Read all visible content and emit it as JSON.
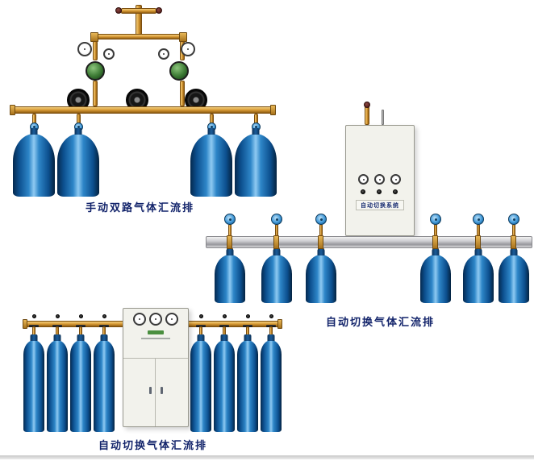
{
  "page": {
    "background": "#ffffff"
  },
  "figures": {
    "manual_dual": {
      "caption": "手动双路气体汇流排",
      "cylinders": 4,
      "handwheel_valves": 3,
      "regulators": 2
    },
    "auto_cabinet": {
      "caption": "自动切换气体汇流排",
      "cabinet_label": "自动切换系统",
      "cylinders": 6,
      "gauges": 3
    },
    "auto_floor": {
      "caption": "自动切换气体汇流排",
      "cylinders": 8,
      "gauges": 3
    }
  },
  "colors": {
    "caption_text": "#13246b",
    "brass": "#d89a35",
    "cylinder_blue": "#2e86c8",
    "valve_knob_blue": "#3e97d8",
    "cabinet_body": "#f2f2ec",
    "rail_silver": "#c9c9cd"
  }
}
